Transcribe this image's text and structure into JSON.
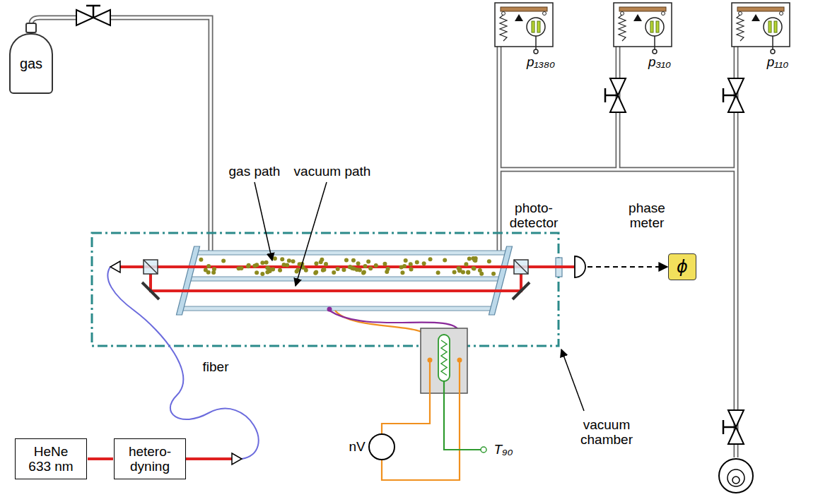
{
  "diagram": {
    "nodes": [
      {
        "text": [
          "gas"
        ]
      },
      {
        "text": [
          "photo- detector"
        ]
      },
      {
        "text": [
          "phase meter",
          "ϕ"
        ]
      },
      {
        "text": [
          "HeNe 633 nm"
        ]
      },
      {
        "text": [
          "hetero- dyning"
        ]
      }
    ],
    "edges": [
      {
        "from": 1,
        "to": 2,
        "arrow": "to"
      },
      {
        "from": 3,
        "to": 4,
        "arrow": "none"
      }
    ],
    "labels": [
      "p₁₃₈₀",
      "p₃₁₀",
      "p₁₁₀",
      "gas path",
      "vacuum path",
      "fiber",
      "nV",
      "T₉₀",
      "vacuum chamber"
    ]
  }
}
